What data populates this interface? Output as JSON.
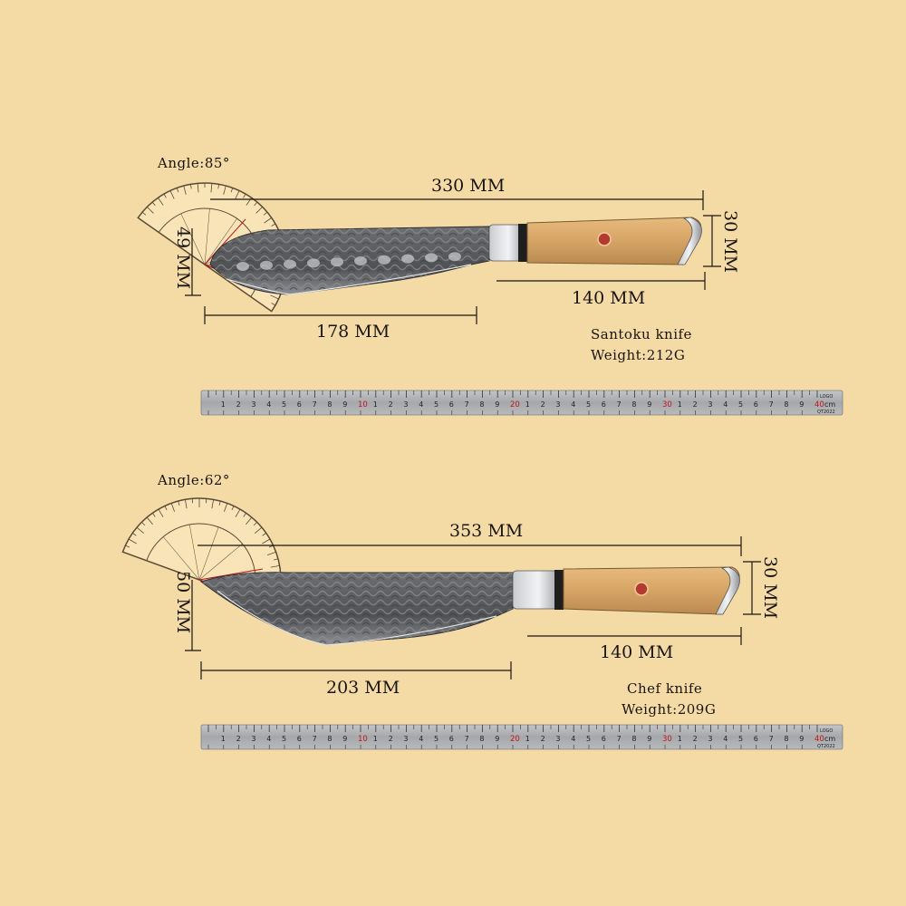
{
  "colors": {
    "background": "#f4dba6",
    "handle_wood": "#d6a464",
    "blade_steel": "#5a5c5f",
    "ruler": "#a9abad",
    "ruler_red": "#c0161c",
    "dim_line": "#1a1410"
  },
  "santoku": {
    "angle_label": "Angle:85°",
    "total_length": "330 MM",
    "blade_length": "178 MM",
    "handle_length": "140 MM",
    "height": "30 MM",
    "blade_height": "49 MM",
    "name": "Santoku knife",
    "weight": "Weight:212G",
    "angle_degrees": 85
  },
  "chef": {
    "angle_label": "Angle:62°",
    "total_length": "353 MM",
    "blade_length": "203 MM",
    "handle_length": "140 MM",
    "height": "30 MM",
    "blade_height": "50 MM",
    "name": "Chef knife",
    "weight": "Weight:209G",
    "angle_degrees": 62
  },
  "ruler": {
    "unit": "cm",
    "max": 40,
    "logo": "LOGO",
    "code": "QT2022"
  }
}
